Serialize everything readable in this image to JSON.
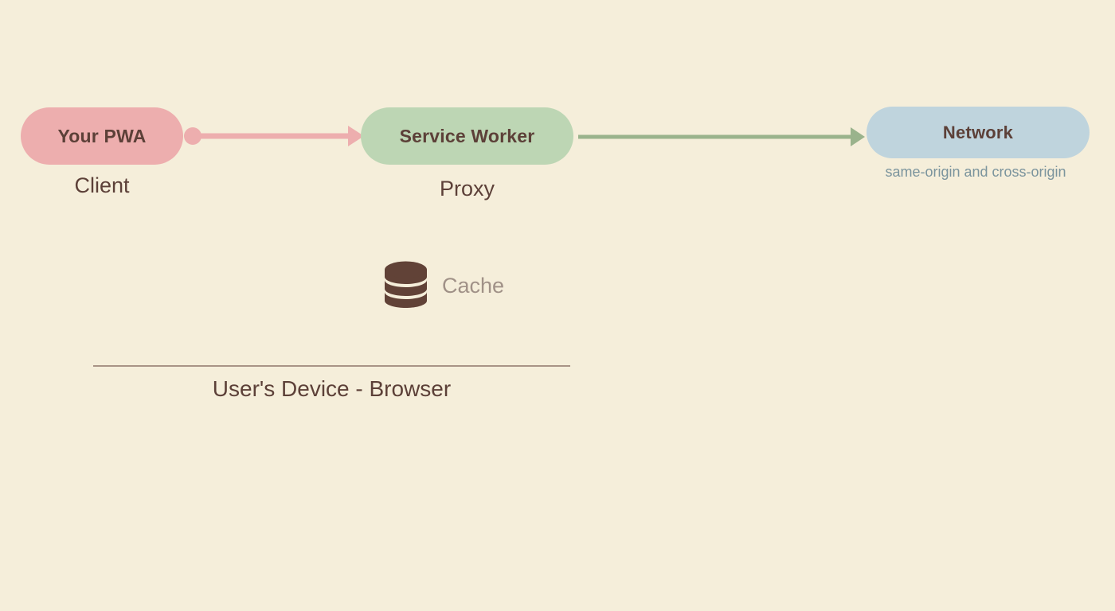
{
  "diagram": {
    "background_color": "#f5eeda",
    "title_text_color": "#5c4038",
    "nodes": [
      {
        "id": "pwa",
        "label": "Your PWA",
        "caption": "Client",
        "color": "#edaeae"
      },
      {
        "id": "service-worker",
        "label": "Service Worker",
        "caption": "Proxy",
        "color": "#bdd6b4"
      },
      {
        "id": "network",
        "label": "Network",
        "caption": "same-origin and cross-origin",
        "color": "#bfd4dd",
        "caption_color": "#7b949d"
      }
    ],
    "arrows": [
      {
        "id": "pwa-to-service-worker",
        "from": "pwa",
        "to": "service-worker",
        "color": "#edaeae",
        "start_marker": "dot",
        "end_marker": "arrowhead"
      },
      {
        "id": "service-worker-to-network",
        "from": "service-worker",
        "to": "network",
        "color": "#9ab38c",
        "start_marker": "none",
        "end_marker": "arrowhead"
      }
    ],
    "cache": {
      "icon": "database-icon",
      "label": "Cache",
      "icon_color": "#614237",
      "label_color": "#a09187"
    },
    "boundary": {
      "label": "User's Device - Browser",
      "line_color": "#a89386"
    }
  }
}
